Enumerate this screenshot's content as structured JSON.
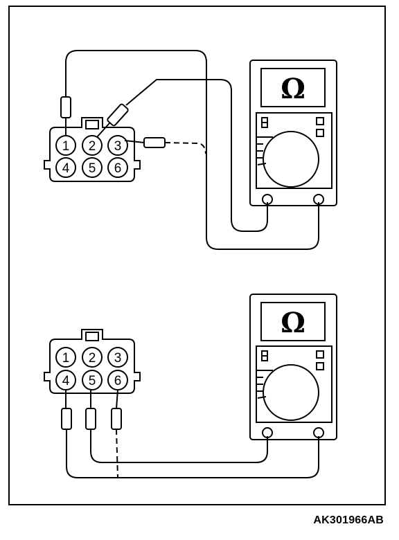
{
  "diagram": {
    "reference_code": "AK301966AB",
    "meter_symbol": "Ω",
    "connector_pins": [
      "1",
      "2",
      "3",
      "4",
      "5",
      "6"
    ]
  }
}
